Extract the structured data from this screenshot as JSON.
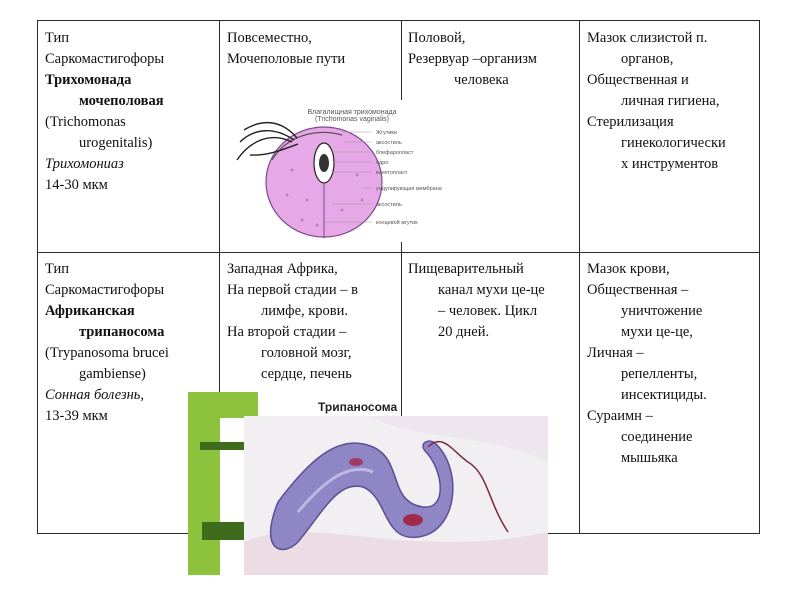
{
  "rows": [
    {
      "col1": [
        "Тип",
        "Саркомастигофоры",
        "Трихомонада",
        "мочеполовая",
        "(Trichomonas",
        "urogenitalis)",
        "Трихомониаз",
        "14-30 мкм"
      ],
      "col2": [
        "Повсеместно,",
        "Мочеполовые пути"
      ],
      "col3": [
        "Половой,",
        "Резервуар –организм",
        "человека"
      ],
      "col4": [
        "Мазок слизистой п.",
        "органов,",
        "Общественная и",
        "личная гигиена,",
        "Стерилизация",
        "гинекологически",
        "х инструментов"
      ]
    },
    {
      "col1": [
        "Тип",
        "Саркомастигофоры",
        "Африканская",
        "трипаносома",
        "(Trypanosoma brucei",
        "gambiense)",
        "Сонная болезнь,",
        "13-39 мкм"
      ],
      "col2": [
        "Западная Африка,",
        "На первой стадии – в",
        "лимфе, крови.",
        "На второй стадии –",
        "головной мозг,",
        "сердце, печень"
      ],
      "col3": [
        "Пищеварительный",
        "канал мухи це-це",
        "– человек. Цикл",
        "20 дней."
      ],
      "col4": [
        "Мазок крови,",
        "Общественная –",
        "уничтожение",
        "мухи це-це,",
        "Личная –",
        "репелленты,",
        "инсектициды.",
        "Сураимн –",
        "соединение",
        "мышьяка"
      ]
    }
  ],
  "figure_trichomonas": {
    "title1": "Влагалищная трихомонада",
    "title2": "(Trichomonas vaginalis)",
    "labels": [
      "Жгутики",
      "аксостиль",
      "блефаропласт",
      "ядро",
      "кинетопласт",
      "ундулирующая мембрана",
      "аксостиль",
      "концевой жгутик"
    ]
  },
  "figure_trypanosoma": {
    "title": "Трипаносома"
  },
  "colors": {
    "border": "#2a2a2a",
    "cell_pink": "#e6a8e6",
    "tryp_body": "#8f86c6",
    "frame_green": "#8cc23c"
  }
}
